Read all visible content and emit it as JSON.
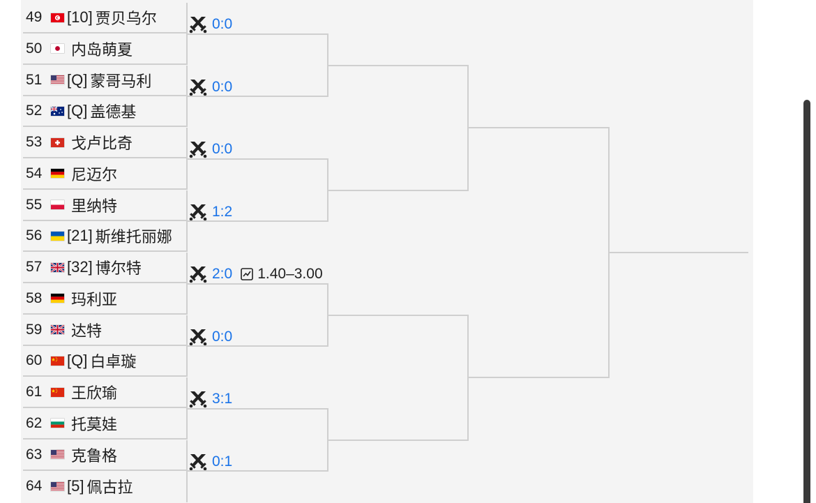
{
  "players": [
    {
      "num": "49",
      "flag": "tunisia-flag",
      "seed": "[10]",
      "name": "贾贝乌尔"
    },
    {
      "num": "50",
      "flag": "japan-flag",
      "seed": "",
      "name": "内岛萌夏"
    },
    {
      "num": "51",
      "flag": "usa-flag",
      "seed": "[Q]",
      "name": "蒙哥马利"
    },
    {
      "num": "52",
      "flag": "australia-flag",
      "seed": "[Q]",
      "name": "盖德基"
    },
    {
      "num": "53",
      "flag": "switzerland-flag",
      "seed": "",
      "name": "戈卢比奇"
    },
    {
      "num": "54",
      "flag": "germany-flag",
      "seed": "",
      "name": "尼迈尔"
    },
    {
      "num": "55",
      "flag": "poland-flag",
      "seed": "",
      "name": "里纳特"
    },
    {
      "num": "56",
      "flag": "ukraine-flag",
      "seed": "[21]",
      "name": "斯维托丽娜"
    },
    {
      "num": "57",
      "flag": "uk-flag",
      "seed": "[32]",
      "name": "博尔特"
    },
    {
      "num": "58",
      "flag": "germany-flag",
      "seed": "",
      "name": "玛利亚"
    },
    {
      "num": "59",
      "flag": "uk-flag",
      "seed": "",
      "name": "达特"
    },
    {
      "num": "60",
      "flag": "china-flag",
      "seed": "[Q]",
      "name": "白卓璇"
    },
    {
      "num": "61",
      "flag": "china-flag",
      "seed": "",
      "name": "王欣瑜"
    },
    {
      "num": "62",
      "flag": "bulgaria-flag",
      "seed": "",
      "name": "托莫娃"
    },
    {
      "num": "63",
      "flag": "usa-flag",
      "seed": "",
      "name": "克鲁格"
    },
    {
      "num": "64",
      "flag": "usa-flag",
      "seed": "[5]",
      "name": "佩古拉"
    }
  ],
  "matches": [
    {
      "score": "0:0",
      "odds": ""
    },
    {
      "score": "0:0",
      "odds": ""
    },
    {
      "score": "0:0",
      "odds": ""
    },
    {
      "score": "1:2",
      "odds": ""
    },
    {
      "score": "2:0",
      "odds": "1.40–3.00"
    },
    {
      "score": "0:0",
      "odds": ""
    },
    {
      "score": "3:1",
      "odds": ""
    },
    {
      "score": "0:1",
      "odds": ""
    }
  ],
  "icons": {
    "match": "crossed-swords-icon",
    "odds": "trend-chart-icon"
  },
  "colors": {
    "score": "#1a73e8",
    "bracket_line": "#cfcfcf",
    "panel": "#f4f4f4"
  }
}
